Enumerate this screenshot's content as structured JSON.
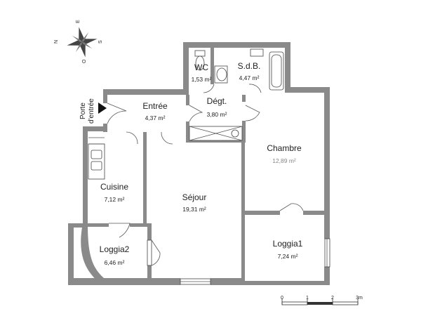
{
  "colors": {
    "wall": "#8a8a8a",
    "text": "#222222",
    "line": "#555555"
  },
  "compass": {
    "letters": [
      "N",
      "E",
      "S",
      "O"
    ]
  },
  "entrance_label": [
    "Porte",
    "d'entrée"
  ],
  "rooms": [
    {
      "key": "wc",
      "name": "WC",
      "area": "1,53 m²"
    },
    {
      "key": "sdb",
      "name": "S.d.B.",
      "area": "4,47 m²"
    },
    {
      "key": "entree",
      "name": "Entrée",
      "area": "4,37 m²"
    },
    {
      "key": "degt",
      "name": "Dégt.",
      "area": "3,80 m²"
    },
    {
      "key": "chambre",
      "name": "Chambre",
      "area": "12,89 m²"
    },
    {
      "key": "cuisine",
      "name": "Cuisine",
      "area": "7,12 m²"
    },
    {
      "key": "sejour",
      "name": "Séjour",
      "area": "19,31 m²"
    },
    {
      "key": "loggia2",
      "name": "Loggia2",
      "area": "6,46 m²"
    },
    {
      "key": "loggia1",
      "name": "Loggia1",
      "area": "7,24 m²"
    }
  ],
  "scale": {
    "ticks": [
      "0",
      "1",
      "2",
      "3m"
    ]
  }
}
